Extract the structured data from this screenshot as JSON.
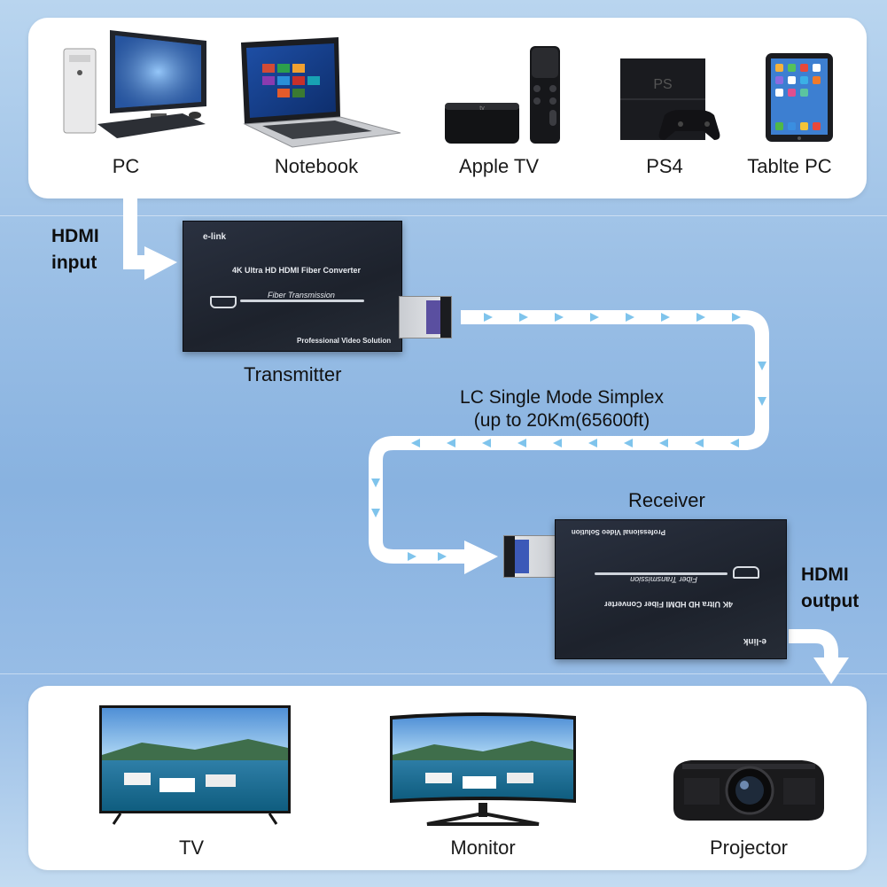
{
  "sources": [
    {
      "label": "PC",
      "icon": "pc-icon"
    },
    {
      "label": "Notebook",
      "icon": "notebook-icon"
    },
    {
      "label": "Apple TV",
      "icon": "apple-tv-icon"
    },
    {
      "label": "PS4",
      "icon": "ps4-icon"
    },
    {
      "label": "Tablte PC",
      "icon": "tablet-icon"
    }
  ],
  "hdmi_input": {
    "line1": "HDMI",
    "line2": "input"
  },
  "hdmi_output": {
    "line1": "HDMI",
    "line2": "output"
  },
  "transmitter": {
    "label": "Transmitter",
    "brand": "e-link",
    "title": "4K Ultra HD HDMI Fiber Converter",
    "subtitle": "Fiber Transmission",
    "footer": "Professional Video Solution"
  },
  "receiver": {
    "label": "Receiver",
    "brand": "e-link",
    "title": "4K Ultra HD HDMI Fiber Converter",
    "subtitle": "Fiber Transmission",
    "footer": "Professional Video Solution"
  },
  "cable": {
    "line1": "LC Single Mode Simplex",
    "line2": "(up to 20Km(65600ft)"
  },
  "displays": [
    {
      "label": "TV",
      "icon": "tv-icon"
    },
    {
      "label": "Monitor",
      "icon": "monitor-icon"
    },
    {
      "label": "Projector",
      "icon": "projector-icon"
    }
  ],
  "colors": {
    "cable": "#ffffff",
    "arrow": "#7fc4ec",
    "panel": "#ffffff",
    "device": "#222833"
  }
}
